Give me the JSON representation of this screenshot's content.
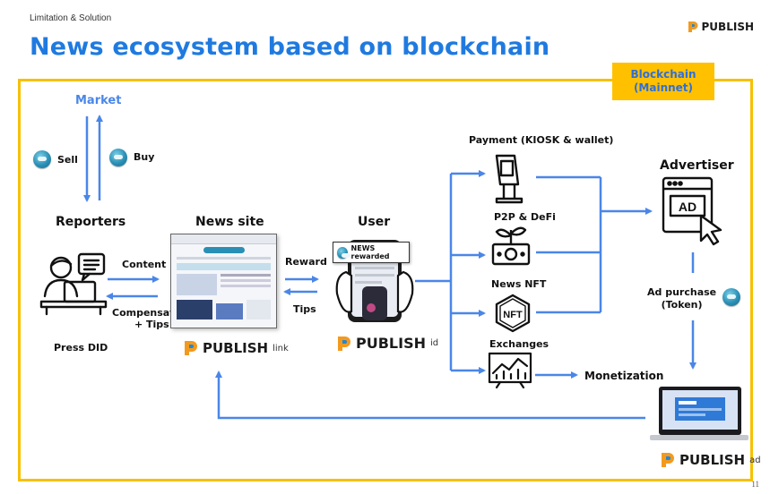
{
  "header": {
    "section_label": "Limitation & Solution",
    "title": "News ecosystem based on blockchain",
    "brand": "PUBLISH"
  },
  "blockchain_tag": {
    "line1": "Blockchain",
    "line2": "(Mainnet)"
  },
  "market": {
    "label": "Market",
    "sell": "Sell",
    "buy": "Buy"
  },
  "reporters": {
    "label": "Reporters",
    "sublabel": "Press DID",
    "content_flow": "Content",
    "compensation_flow_line1": "Compensation",
    "compensation_flow_line2": "+ Tips"
  },
  "news_site": {
    "label": "News site",
    "logo_text": "PUBLISH",
    "logo_suffix": "link"
  },
  "user": {
    "label": "User",
    "reward_flow": "Reward",
    "tips_flow": "Tips",
    "notification": "NEWS rewarded",
    "logo_text": "PUBLISH",
    "logo_suffix": "id"
  },
  "channels": [
    {
      "label": "Payment (KIOSK & wallet)",
      "icon": "kiosk-icon"
    },
    {
      "label": "P2P & DeFi",
      "icon": "money-plant-icon"
    },
    {
      "label": "News NFT",
      "icon": "nft-icon"
    },
    {
      "label": "Exchanges",
      "icon": "chart-board-icon"
    }
  ],
  "monetization": "Monetization",
  "advertiser": {
    "label": "Advertiser",
    "ad_text": "AD",
    "purchase_line1": "Ad purchase",
    "purchase_line2": "(Token)"
  },
  "publish_ad": {
    "logo_text": "PUBLISH",
    "logo_suffix": "ad"
  },
  "page_number": "11",
  "colors": {
    "title_blue": "#1f7ae0",
    "arrow_blue": "#4a86e8",
    "frame_yellow": "#ffc000",
    "brand_orange": "#f39a1e",
    "brand_blue": "#1e88d8"
  }
}
